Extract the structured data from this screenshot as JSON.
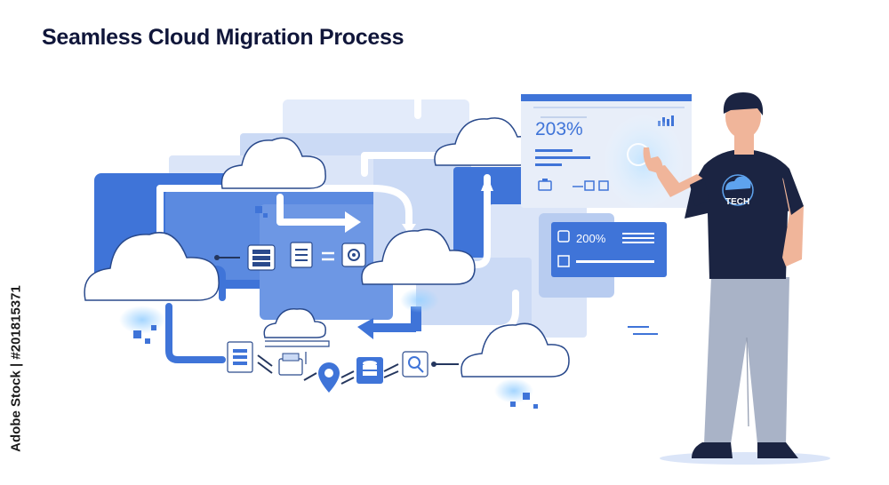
{
  "title": "Seamless Cloud Migration Process",
  "watermark": "Adobe Stock | #201815371",
  "dashboard": {
    "top_panel_value": "203%",
    "side_panel_value": "200%"
  },
  "person": {
    "shirt_text": "TECH"
  },
  "colors": {
    "title": "#10163a",
    "primary_blue": "#3f74d8",
    "light_blue": "#cbdaf5",
    "pale_blue": "#e3ebfa",
    "cloud_outline": "#2a4a8c",
    "shirt": "#1b2442",
    "pants": "#a9b3c7"
  },
  "icons": [
    "cloud-icon",
    "server-icon",
    "database-icon",
    "document-icon",
    "location-pin-icon",
    "settings-icon",
    "bar-chart-icon",
    "checkbox-icon",
    "camera-icon"
  ]
}
